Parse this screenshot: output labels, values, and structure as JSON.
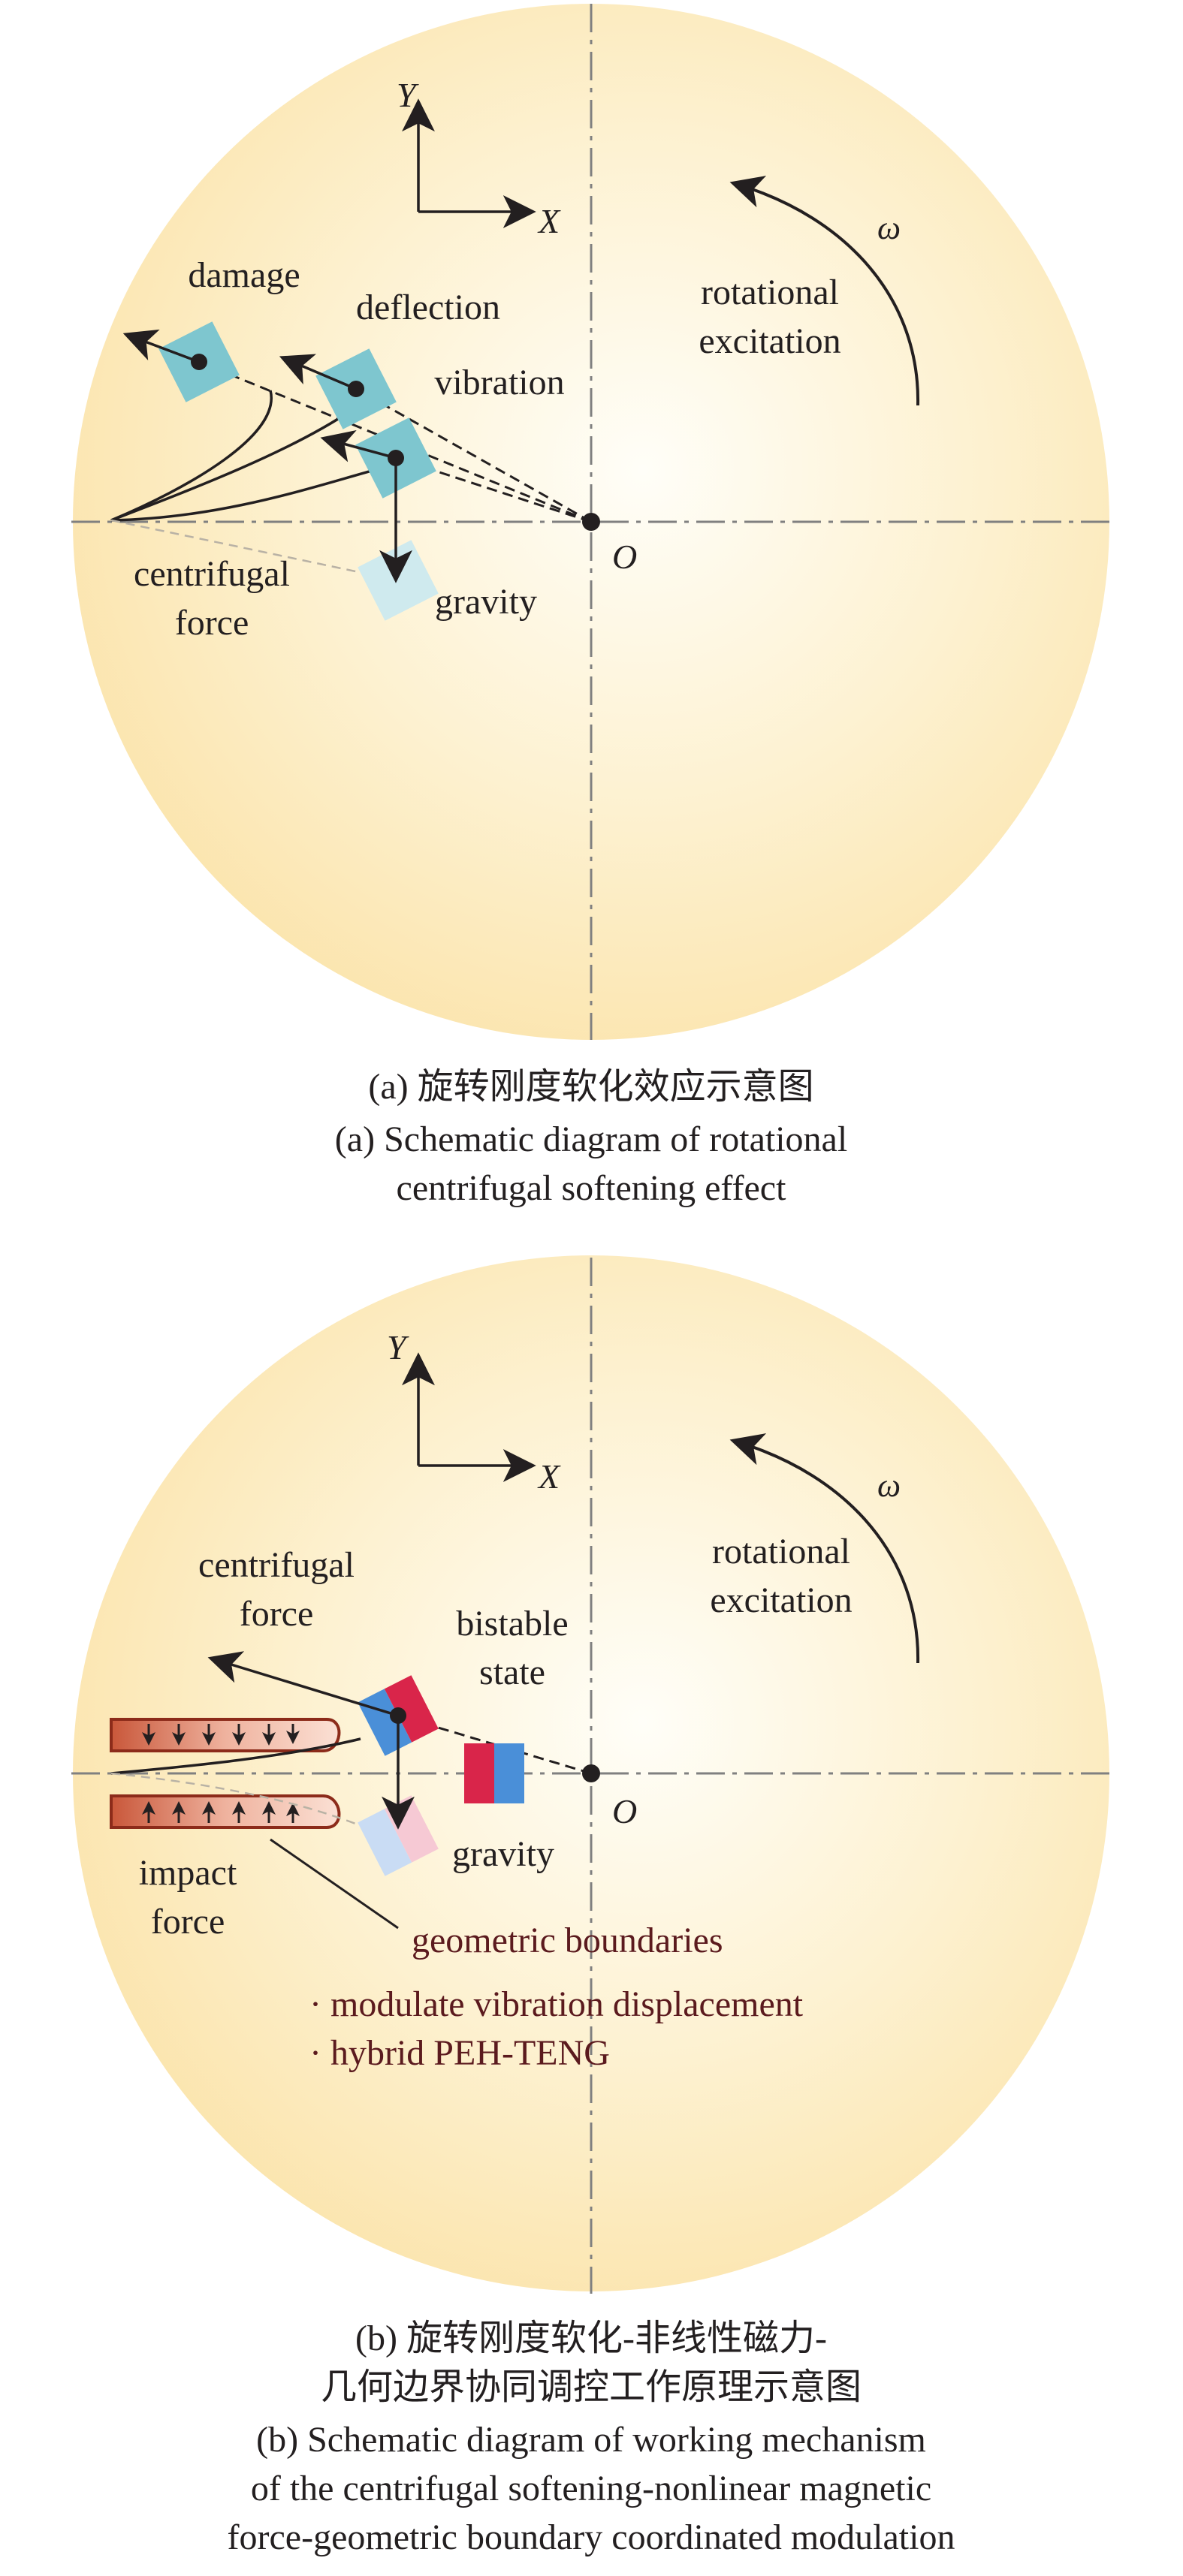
{
  "panel_a": {
    "axis_y": "Y",
    "axis_x": "X",
    "omega": "ω",
    "rotational": "rotational",
    "excitation": "excitation",
    "damage": "damage",
    "deflection": "deflection",
    "vibration": "vibration",
    "centrifugal": "centrifugal",
    "force": "force",
    "gravity": "gravity",
    "origin": "O",
    "caption_zh": "(a) 旋转刚度软化效应示意图",
    "caption_en_1": "(a) Schematic diagram of rotational",
    "caption_en_2": "centrifugal softening effect"
  },
  "panel_b": {
    "axis_y": "Y",
    "axis_x": "X",
    "omega": "ω",
    "rotational": "rotational",
    "excitation": "excitation",
    "centrifugal": "centrifugal",
    "force": "force",
    "bistable": "bistable",
    "state": "state",
    "impact": "impact",
    "impact_force": "force",
    "gravity": "gravity",
    "origin": "O",
    "geometric_boundaries": "geometric boundaries",
    "bullet_1": "· modulate vibration displacement",
    "bullet_2": "· hybrid PEH-TENG",
    "caption_zh_1": "(b) 旋转刚度软化-非线性磁力-",
    "caption_zh_2": "几何边界协同调控工作原理示意图",
    "caption_en_1": "(b) Schematic diagram of working mechanism",
    "caption_en_2": "of the centrifugal softening-nonlinear magnetic",
    "caption_en_3": "force-geometric boundary coordinated modulation"
  },
  "colors": {
    "disk_center": "#fffdf4",
    "disk_edge": "#fbe7b4",
    "block_teal": "#7ec6cf",
    "block_teal_light": "#cfeaee",
    "magnet_red": "#d9254a",
    "magnet_blue": "#4a8fd8",
    "boundary_fill": "#e8a792",
    "boundary_stroke": "#8c2b1a",
    "label_dark_red": "#5b1a1e"
  }
}
